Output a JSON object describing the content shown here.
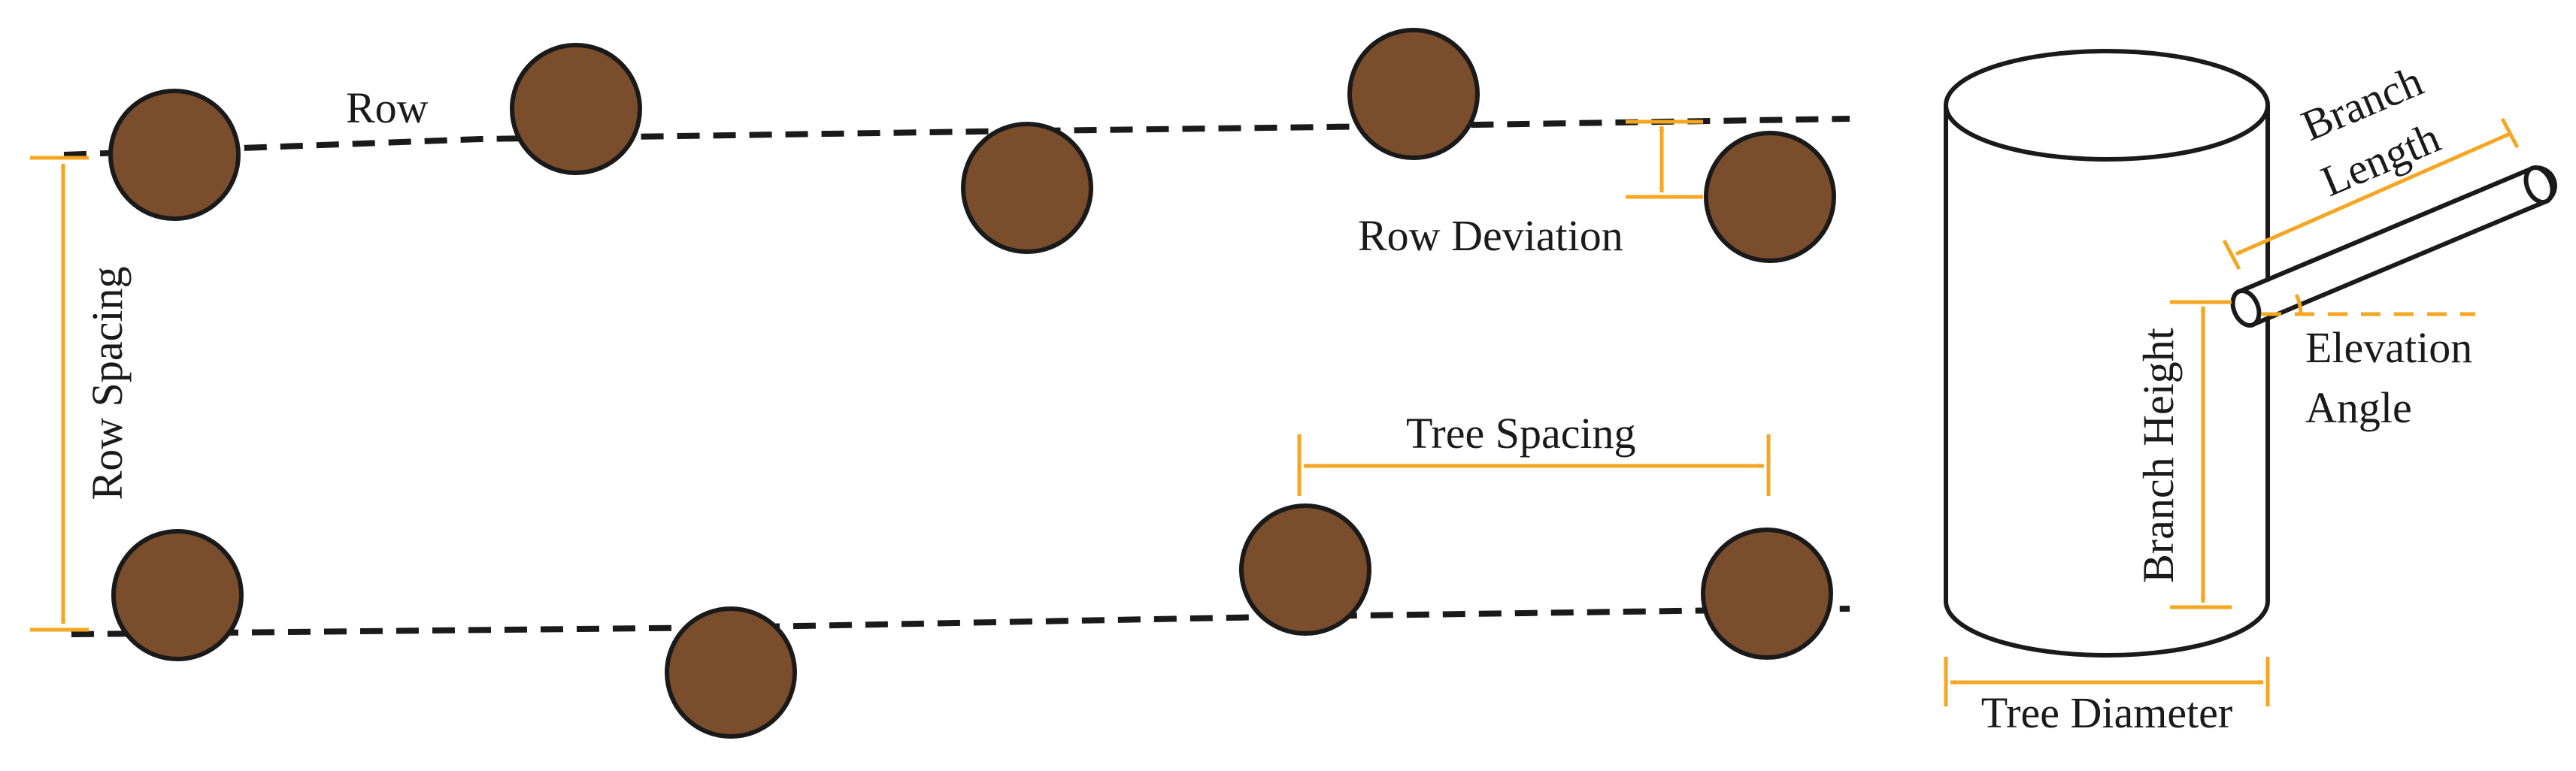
{
  "labels": {
    "row": "Row",
    "row_spacing": "Row Spacing",
    "row_deviation": "Row Deviation",
    "tree_spacing": "Tree Spacing",
    "branch_length_line1": "Branch",
    "branch_length_line2": "Length",
    "branch_height": "Branch Height",
    "elevation_angle_line1": "Elevation",
    "elevation_angle_line2": "Angle",
    "tree_diameter": "Tree Diameter"
  },
  "colors": {
    "tree_fill": "#7a4e2d",
    "outline": "#1a1a1a",
    "dimension": "#f5a623",
    "background": "#ffffff"
  }
}
